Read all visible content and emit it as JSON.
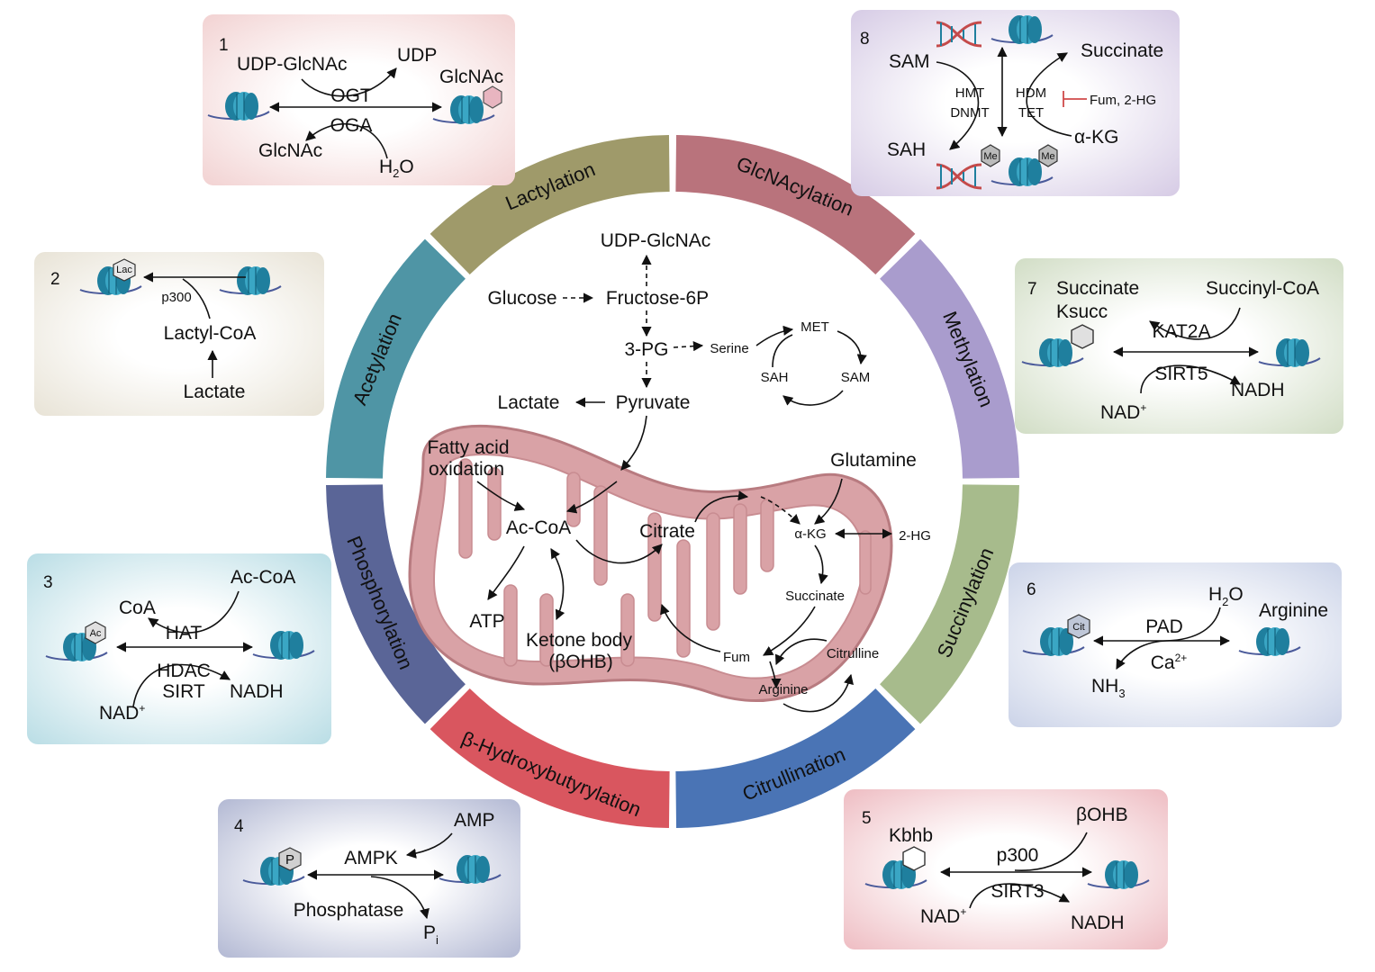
{
  "ring": [
    {
      "key": "glcnacylation",
      "label": "GlcNAcylation",
      "color": "#b9737c"
    },
    {
      "key": "methylation",
      "label": "Methylation",
      "color": "#a99ccd"
    },
    {
      "key": "succinylation",
      "label": "Succinylation",
      "color": "#a7bb8c"
    },
    {
      "key": "citrullination",
      "label": "Citrullination",
      "color": "#4a74b5"
    },
    {
      "key": "hydroxybutyrylation",
      "label": "β-Hydroxybutyrylation",
      "color": "#d9565f"
    },
    {
      "key": "phosphorylation",
      "label": "Phosphorylation",
      "color": "#5a6597"
    },
    {
      "key": "acetylation",
      "label": "Acetylation",
      "color": "#4f95a5"
    },
    {
      "key": "lactylation",
      "label": "Lactylation",
      "color": "#9f9a6a"
    }
  ],
  "center": {
    "udp_glcnac": "UDP-GlcNAc",
    "glucose": "Glucose",
    "fructose6p": "Fructose-6P",
    "pg3": "3-PG",
    "serine": "Serine",
    "met": "MET",
    "sah": "SAH",
    "sam": "SAM",
    "lactate": "Lactate",
    "pyruvate": "Pyruvate",
    "fatty_acid": "Fatty acid",
    "oxidation": "oxidation",
    "glutamine": "Glutamine",
    "accoa": "Ac-CoA",
    "citrate": "Citrate",
    "akg": "α-KG",
    "hg2": "2-HG",
    "atp": "ATP",
    "ketone": "Ketone body",
    "bohb": "(βOHB)",
    "succinate": "Succinate",
    "fum": "Fum",
    "citrulline": "Citrulline",
    "arginine": "Arginine"
  },
  "panels": {
    "p1": {
      "num": "1",
      "udp_glcnac": "UDP-GlcNAc",
      "udp": "UDP",
      "glcnac_right": "GlcNAc",
      "ogt": "OGT",
      "oga": "OGA",
      "glcnac_left": "GlcNAc",
      "h2o": "H",
      "h2o_sub": "2",
      "h2o_o": "O",
      "bg": "#f5dcdc"
    },
    "p2": {
      "num": "2",
      "lac": "Lac",
      "p300": "p300",
      "lactyl_coa": "Lactyl-CoA",
      "lactate": "Lactate",
      "bg": "#eeebe2"
    },
    "p3": {
      "num": "3",
      "ac": "Ac",
      "coa": "CoA",
      "ac_coa": "Ac-CoA",
      "hat": "HAT",
      "hdac": "HDAC",
      "sirt": "SIRT",
      "nad": "NAD",
      "nad_sup": "+",
      "nadh": "NADH",
      "bg": "#cfe7ec"
    },
    "p4": {
      "num": "4",
      "p": "P",
      "amp": "AMP",
      "ampk": "AMPK",
      "phosphatase": "Phosphatase",
      "pi": "P",
      "pi_sub": "i",
      "bg": "#c9cddf"
    },
    "p5": {
      "num": "5",
      "kbhb": "Kbhb",
      "bohb": "βOHB",
      "p300": "p300",
      "sirt3": "SIRT3",
      "nad": "NAD",
      "nad_sup": "+",
      "nadh": "NADH",
      "bg": "#f2cfd3"
    },
    "p6": {
      "num": "6",
      "cit": "Cit",
      "h2o": "H",
      "h2o_sub": "2",
      "h2o_o": "O",
      "arginine": "Arginine",
      "pad": "PAD",
      "ca": "Ca",
      "ca_sup": "2+",
      "nh3": "NH",
      "nh3_sub": "3",
      "bg": "#dce1ef"
    },
    "p7": {
      "num": "7",
      "succinate": "Succinate",
      "ksucc": "Ksucc",
      "succinyl_coa": "Succinyl-CoA",
      "kat2a": "KAT2A",
      "sirt5": "SIRT5",
      "nad": "NAD",
      "nad_sup": "+",
      "nadh": "NADH",
      "bg": "#dfe7d7"
    },
    "p8": {
      "num": "8",
      "sam": "SAM",
      "succinate": "Succinate",
      "hmt": "HMT",
      "dnmt": "DNMT",
      "hdm": "HDM",
      "tet": "TET",
      "fum2hg": "Fum, 2-HG",
      "sah": "SAH",
      "akg": "α-KG",
      "me": "Me",
      "bg": "#e3dcec"
    }
  }
}
